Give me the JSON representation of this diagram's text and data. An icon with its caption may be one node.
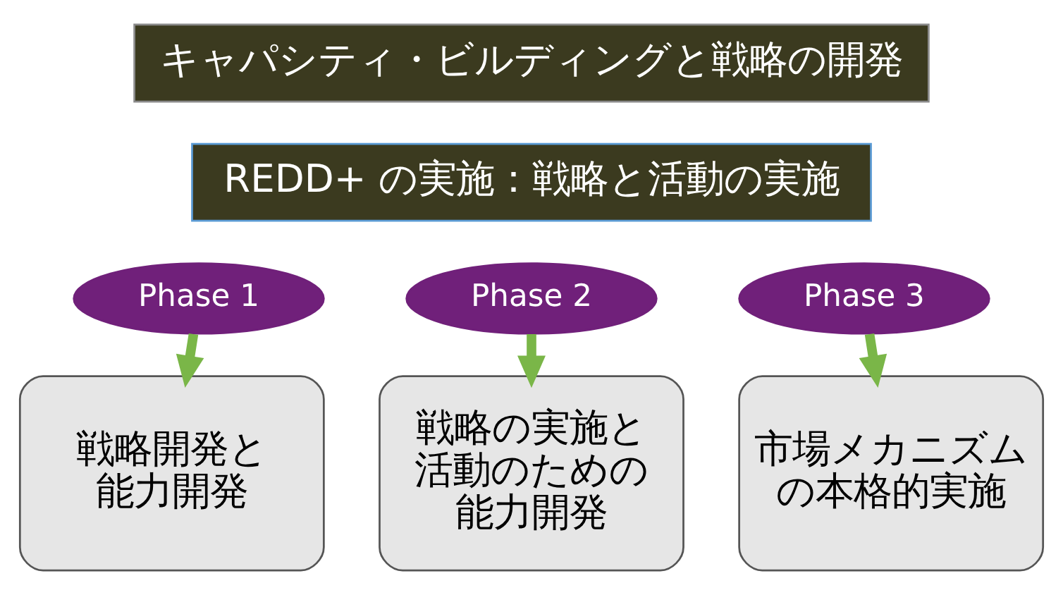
{
  "diagram": {
    "nodes": [
      {
        "text": [
          "キャパシティ・ビルディングと戦略の開発"
        ]
      },
      {
        "text": [
          "REDD+ の実施：戦略と活動の実施"
        ]
      },
      {
        "text": [
          "Phase 1"
        ]
      },
      {
        "text": [
          "Phase 2"
        ]
      },
      {
        "text": [
          "Phase 3"
        ]
      },
      {
        "text": [
          "戦略開発と能力開発"
        ]
      },
      {
        "text": [
          "戦略の実施と活動のための能力開発"
        ]
      },
      {
        "text": [
          "市場メカニズムの本格的実施"
        ]
      }
    ],
    "edges": [
      {
        "from": 2,
        "to": 5,
        "arrow": "to"
      },
      {
        "from": 3,
        "to": 6,
        "arrow": "to"
      },
      {
        "from": 4,
        "to": 7,
        "arrow": "to"
      }
    ]
  }
}
